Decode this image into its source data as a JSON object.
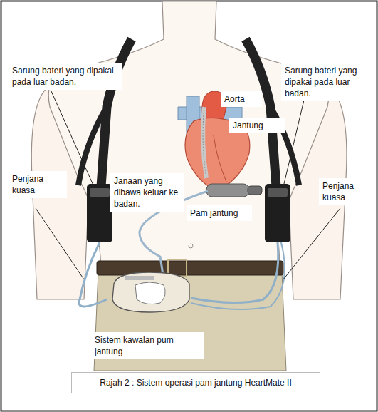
{
  "diagram": {
    "caption": "Rajah 2 : Sistem operasi pam jantung  HeartMate II",
    "labels": [
      "Sarung bateri yang dipakai pada luar badan.",
      "Sarung bateri yang dipakai pada luar badan.",
      "Aorta",
      "Jantung",
      "Penjana kuasa",
      "Janaan yang dibawa keluar ke badan.",
      "Penjana kuasa",
      "Pam jantung",
      "Sistem kawalan pum jantung"
    ]
  }
}
